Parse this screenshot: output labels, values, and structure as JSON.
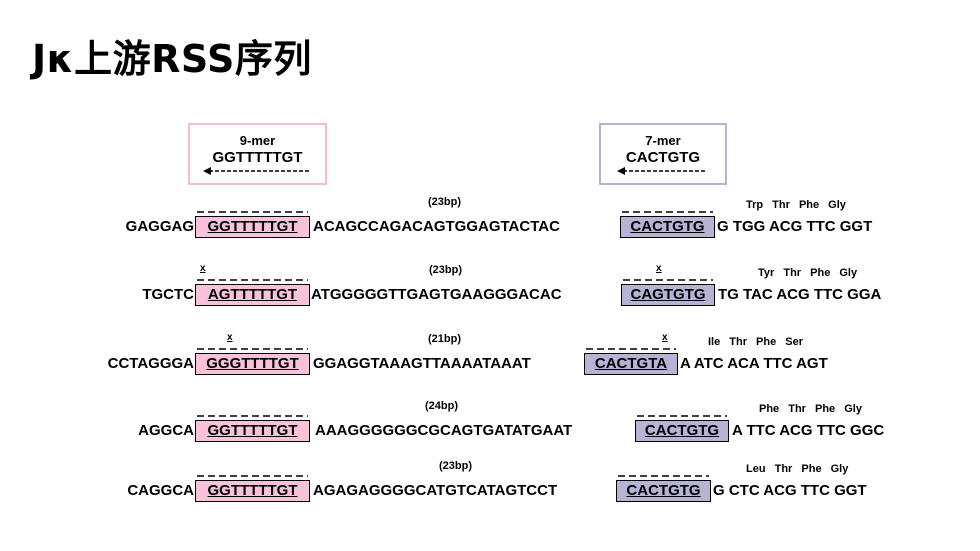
{
  "title": "Jκ上游RSS序列",
  "legend": {
    "nonamer": {
      "label": "9-mer",
      "seq": "GGTTTTTGT"
    },
    "heptamer": {
      "label": "7-mer",
      "seq": "CACTGTG"
    }
  },
  "colors": {
    "nonamer_fill": "#f7c2da",
    "nonamer_border": "#f4bcd4",
    "heptamer_fill": "#b7b3d5",
    "heptamer_border": "#b5b1d6"
  },
  "rows": [
    {
      "flank": "GAGGAG",
      "nonamer": "GGTTTTTGT",
      "spacer": "ACAGCCAGACAGTGGAGTACTAC",
      "spacer_len": "(23bp)",
      "heptamer": "CACTGTG",
      "coding": "G TGG ACG TTC GGT",
      "aa": "Trp  Thr  Phe  Gly",
      "nonamer_mark": "",
      "heptamer_mark": ""
    },
    {
      "flank": "TGCTC",
      "nonamer": "AGTTTTTGT",
      "spacer": "ATGGGGGTTGAGTGAAGGGACAC",
      "spacer_len": "(23bp)",
      "heptamer": "CAGTGTG",
      "coding": "TG TAC ACG TTC GGA",
      "aa": "Tyr  Thr  Phe  Gly",
      "nonamer_mark": "x",
      "heptamer_mark": "x"
    },
    {
      "flank": "CCTAGGGA",
      "nonamer": "GGGTTTTGT",
      "spacer": "GGAGGTAAAGTTAAAATAAAT",
      "spacer_len": "(21bp)",
      "heptamer": "CACTGTA",
      "coding": "A ATC ACA TTC AGT",
      "aa": "Ile  Thr  Phe  Ser",
      "nonamer_mark": "x",
      "heptamer_mark": "x"
    },
    {
      "flank": "AGGCA",
      "nonamer": "GGTTTTTGT",
      "spacer": "AAAGGGGGGCGCAGTGATATGAAT",
      "spacer_len": "(24bp)",
      "heptamer": "CACTGTG",
      "coding": "A TTC ACG TTC GGC",
      "aa": "Phe  Thr  Phe  Gly",
      "nonamer_mark": "",
      "heptamer_mark": ""
    },
    {
      "flank": "CAGGCA",
      "nonamer": "GGTTTTTGT",
      "spacer": "AGAGAGGGGCATGTCATAGTCCT",
      "spacer_len": "(23bp)",
      "heptamer": "CACTGTG",
      "coding": "G CTC ACG TTC GGT",
      "aa": "Leu  Thr  Phe  Gly",
      "nonamer_mark": "",
      "heptamer_mark": ""
    }
  ]
}
